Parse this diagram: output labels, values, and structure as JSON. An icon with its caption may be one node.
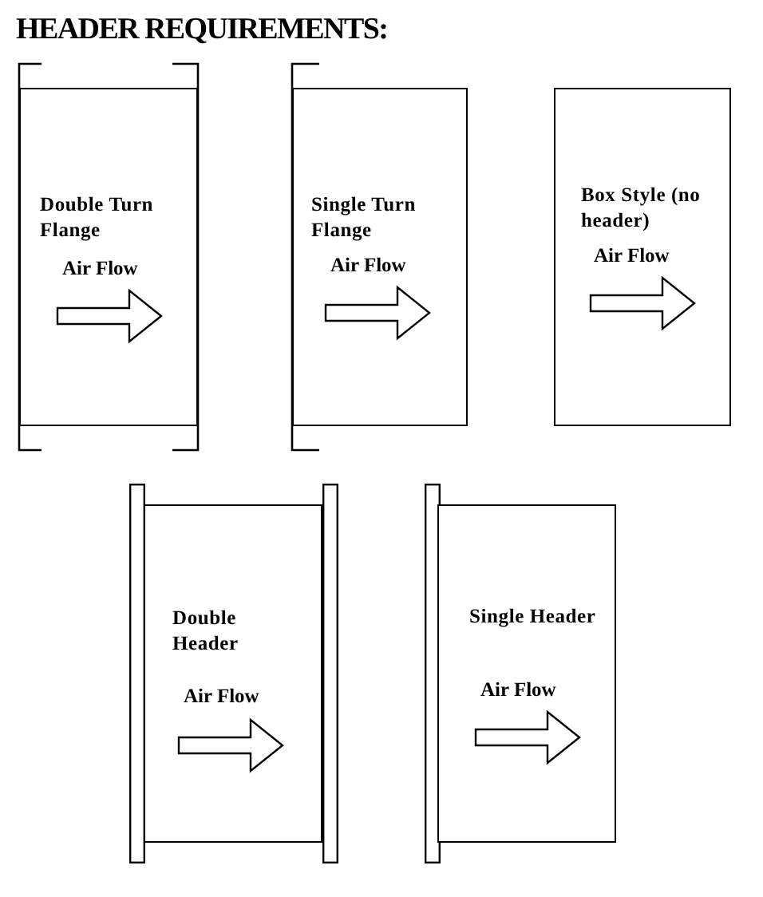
{
  "diagram": {
    "title": "HEADER REQUIREMENTS:",
    "nodes": [
      {
        "text": [
          "Double Turn Flange",
          "Air Flow"
        ]
      },
      {
        "text": [
          "Single Turn Flange",
          "Air Flow"
        ]
      },
      {
        "text": [
          "Box Style (no header)",
          "Air Flow"
        ]
      },
      {
        "text": [
          "Double Header",
          "Air Flow"
        ]
      },
      {
        "text": [
          "Single Header",
          "Air Flow"
        ]
      }
    ]
  }
}
